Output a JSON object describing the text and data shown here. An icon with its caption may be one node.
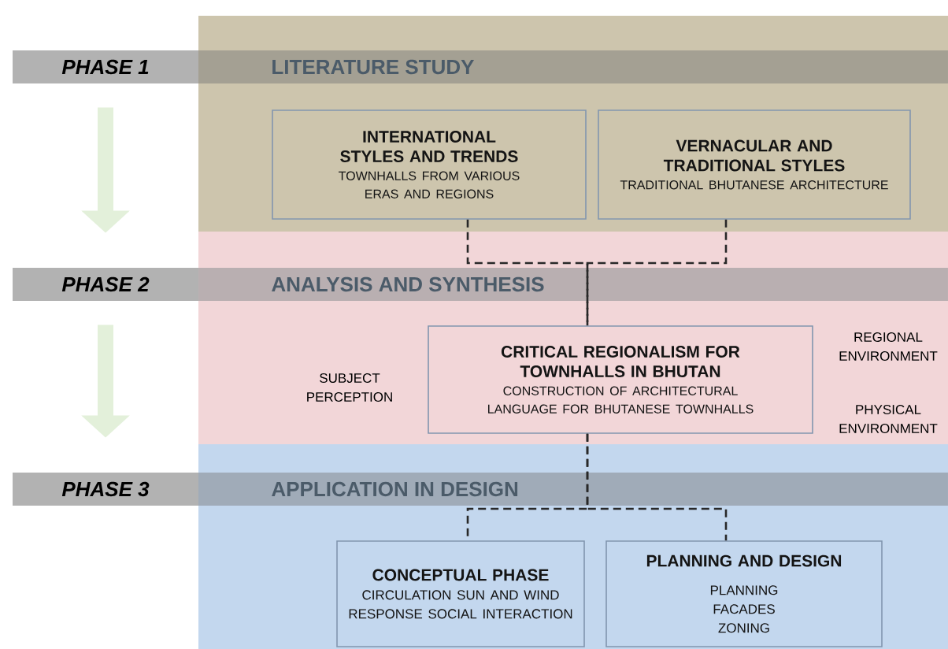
{
  "diagram": {
    "nodes": [
      {
        "text": [
          "PHASE 1"
        ]
      },
      {
        "text": [
          "INTERNATIONAL STYLES AND TRENDS",
          "TOWNHALLS FROM VARIOUS ERAS AND REGIONS"
        ]
      },
      {
        "text": [
          "VERNACULAR AND TRADITIONAL STYLES",
          "TRADITIONAL BHUTANESE ARCHITECTURE"
        ]
      },
      {
        "text": [
          "PHASE 2"
        ]
      },
      {
        "text": [
          "CRITICAL REGIONALISM FOR TOWNHALLS IN BHUTAN",
          "CONSTRUCTION OF ARCHITECTURAL LANGUAGE FOR BHUTANESE TOWNHALLS"
        ]
      },
      {
        "text": [
          "PHASE 3"
        ]
      },
      {
        "text": [
          "CONCEPTUAL PHASE",
          "CIRCULATION SUN AND WIND RESPONSE SOCIAL INTERACTION"
        ]
      },
      {
        "text": [
          "PLANNING AND DESIGN",
          "PLANNING FACADES ZONING"
        ]
      }
    ],
    "edges": [
      {
        "from": 0,
        "to": 3,
        "arrow": "to",
        "style": "thick",
        "color": "#e3f0da"
      },
      {
        "from": 1,
        "to": 4,
        "arrow": "none",
        "style": "dashed"
      },
      {
        "from": 2,
        "to": 4,
        "arrow": "none",
        "style": "dashed"
      },
      {
        "from": 3,
        "to": 5,
        "arrow": "to",
        "style": "thick",
        "color": "#e3f0da"
      },
      {
        "from": 4,
        "to": 6,
        "arrow": "none",
        "style": "dashed"
      },
      {
        "from": 4,
        "to": 7,
        "arrow": "none",
        "style": "dashed"
      }
    ],
    "labels": [
      "LITERATURE STUDY",
      "ANALYSIS AND SYNTHESIS",
      "REGIONAL ENVIRONMENT",
      "SUBJECT PERCEPTION",
      "PHYSICAL ENVIRONMENT",
      "APPLICATION IN DESIGN"
    ]
  }
}
